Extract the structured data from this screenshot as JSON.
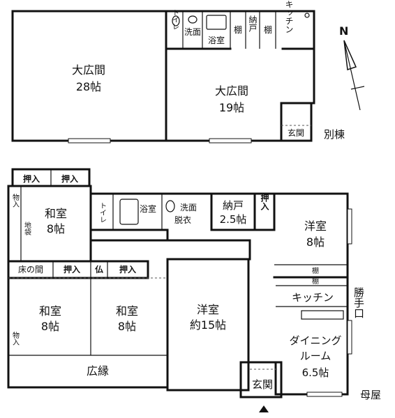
{
  "annex": {
    "label": "別棟",
    "rooms": {
      "hall28_name": "大広間",
      "hall28_size": "28帖",
      "hall19_name": "大広間",
      "hall19_size": "19帖",
      "toilet": "トイレ",
      "washroom": "洗面",
      "bath": "浴室",
      "shelf_left": "棚",
      "storage": "納戸",
      "shelf_right": "棚",
      "kitchen": "キッチン",
      "entrance": "玄関"
    }
  },
  "main": {
    "label": "母屋",
    "rooms": {
      "closet_a": "押入",
      "closet_b": "押入",
      "washitsu_a_name": "和室",
      "washitsu_a_size": "8帖",
      "monoire_top": "物入",
      "jibukuro": "地袋",
      "toilet": "トイレ",
      "bath": "浴室",
      "washroom": "洗面",
      "dressing": "脱衣",
      "storage_name": "納戸",
      "storage_size": "2.5帖",
      "closet_c": "押入",
      "youshitsu_a_name": "洋室",
      "youshitsu_a_size": "8帖",
      "tokonoma": "床の間",
      "closet_d": "押入",
      "butsudan": "仏",
      "closet_e": "押入",
      "washitsu_b_name": "和室",
      "washitsu_b_size": "8帖",
      "washitsu_c_name": "和室",
      "washitsu_c_size": "8帖",
      "monoire_bottom": "物入",
      "youshitsu_b_name": "洋室",
      "youshitsu_b_size": "約15帖",
      "shelf_a": "棚",
      "shelf_b": "棚",
      "kitchen": "キッチン",
      "service_door": "勝手口",
      "dining_line1": "ダイニング",
      "dining_line2": "ルーム",
      "dining_size": "6.5帖",
      "veranda": "広縁",
      "entrance": "玄関"
    }
  },
  "compass": {
    "north": "N"
  }
}
